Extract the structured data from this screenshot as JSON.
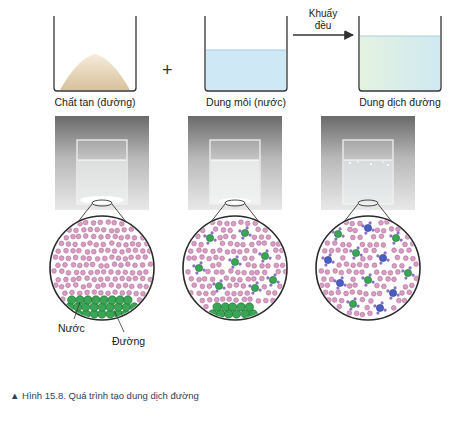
{
  "diagram": {
    "caption": "▲ Hình 15.8. Quá trình tạo dung dịch đường",
    "nodes": [
      {
        "text": [
          "Chất tan (đường)"
        ]
      },
      {
        "text": [
          "Dung môi (nước)"
        ]
      },
      {
        "text": [
          "Dung dịch đường"
        ]
      }
    ],
    "edges": [
      {
        "from": 1,
        "to": 2,
        "arrow": "to",
        "label": "Khuấy đều"
      }
    ],
    "labels": [
      "+",
      "Nước",
      "Đường"
    ]
  }
}
